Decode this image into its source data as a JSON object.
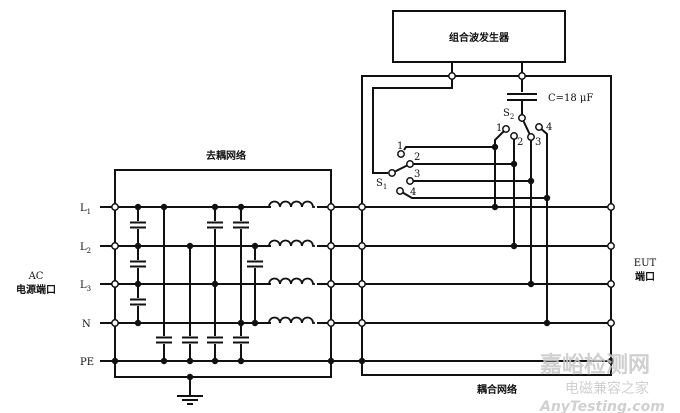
{
  "generator": {
    "label": "组合波发生器"
  },
  "capacitor_label": "C=18 μF",
  "switches": {
    "s1": "S",
    "s1_sub": "1",
    "s2": "S",
    "s2_sub": "2",
    "s1_contacts": [
      "1",
      "2",
      "3",
      "4"
    ],
    "s2_contacts": [
      "1",
      "2",
      "3",
      "4"
    ]
  },
  "decoupling_network": {
    "label": "去耦网络"
  },
  "coupling_network": {
    "label": "耦合网络"
  },
  "lines": [
    {
      "name": "L",
      "sub": "1"
    },
    {
      "name": "L",
      "sub": "2"
    },
    {
      "name": "L",
      "sub": "3"
    },
    {
      "name": "N",
      "sub": ""
    },
    {
      "name": "PE",
      "sub": ""
    }
  ],
  "ac_port": {
    "line1": "AC",
    "line2": "电源端口"
  },
  "eut_port": {
    "line1": "EUT",
    "line2": "端口"
  },
  "watermark": {
    "line1": "嘉峪检测网",
    "line2": "电磁兼容之家",
    "line3": "AnyTesting.com"
  }
}
